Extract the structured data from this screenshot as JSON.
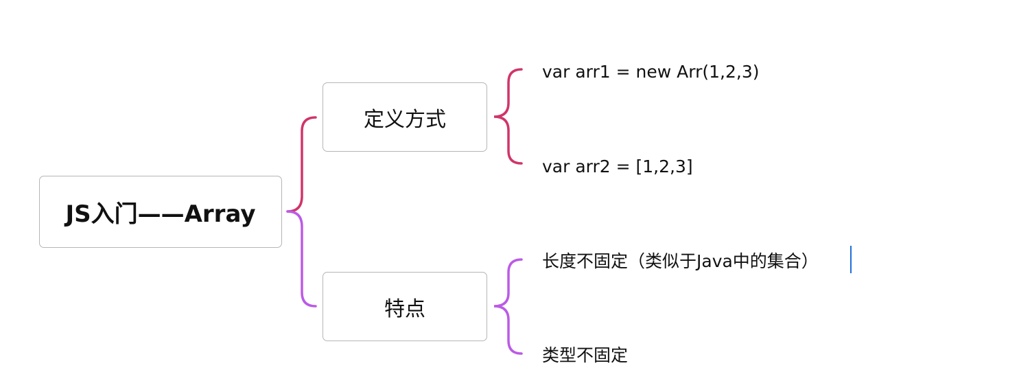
{
  "root": {
    "label": "JS入门——Array"
  },
  "branches": [
    {
      "label": "定义方式",
      "color": "#d0356a",
      "children": [
        {
          "label": "var arr1 = new Arr(1,2,3)"
        },
        {
          "label": "var arr2 = [1,2,3]"
        }
      ]
    },
    {
      "label": "特点",
      "color": "#bb5be6",
      "children": [
        {
          "label": "长度不固定（类似于Java中的集合）"
        },
        {
          "label": "类型不固定"
        }
      ]
    }
  ],
  "colors": {
    "root_branch_top": "#d0356a",
    "root_branch_bottom": "#bb5be6",
    "node_border": "#b5b5b5",
    "text_cursor": "#1e6fd9"
  }
}
